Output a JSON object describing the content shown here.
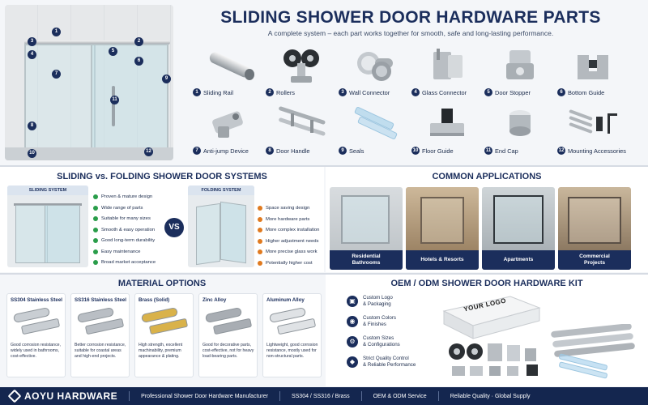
{
  "header": {
    "title": "SLIDING SHOWER DOOR HARDWARE PARTS",
    "subtitle": "A complete system – each part works together for smooth, safe and long-lasting performance."
  },
  "hero_markers": [
    "1",
    "2",
    "3",
    "4",
    "5",
    "6",
    "7",
    "8",
    "9",
    "10",
    "11",
    "12"
  ],
  "parts": [
    {
      "num": "1",
      "label": "Sliding Rail",
      "icon": "sliding-rail-icon"
    },
    {
      "num": "2",
      "label": "Rollers",
      "icon": "rollers-icon"
    },
    {
      "num": "3",
      "label": "Wall Connector",
      "icon": "wall-connector-icon"
    },
    {
      "num": "4",
      "label": "Glass Connector",
      "icon": "glass-connector-icon"
    },
    {
      "num": "5",
      "label": "Door Stopper",
      "icon": "door-stopper-icon"
    },
    {
      "num": "6",
      "label": "Bottom Guide",
      "icon": "bottom-guide-icon"
    },
    {
      "num": "7",
      "label": "Anti-jump Device",
      "icon": "anti-jump-icon"
    },
    {
      "num": "8",
      "label": "Door Handle",
      "icon": "door-handle-icon"
    },
    {
      "num": "9",
      "label": "Seals",
      "icon": "seals-icon"
    },
    {
      "num": "10",
      "label": "Floor Guide",
      "icon": "floor-guide-icon"
    },
    {
      "num": "11",
      "label": "End Cap",
      "icon": "end-cap-icon"
    },
    {
      "num": "12",
      "label": "Mounting Accessories",
      "icon": "mounting-accessories-icon"
    }
  ],
  "compare": {
    "title": "SLIDING vs. FOLDING SHOWER DOOR SYSTEMS",
    "sliding_label": "SLIDING SYSTEM",
    "folding_label": "FOLDING SYSTEM",
    "vs": "VS",
    "sliding_features": [
      "Proven & mature design",
      "Wide range of parts",
      "Suitable for many sizes",
      "Smooth & easy operation",
      "Good long-term durability",
      "Easy maintenance",
      "Broad market acceptance"
    ],
    "folding_features": [
      "Space saving design",
      "More hardware parts",
      "More complex installation",
      "Higher adjustment needs",
      "More precise glass work",
      "Potentially higher cost"
    ]
  },
  "applications": {
    "title": "COMMON APPLICATIONS",
    "items": [
      "Residential\nBathrooms",
      "Hotels & Resorts",
      "Apartments",
      "Commercial\nProjects"
    ]
  },
  "materials": {
    "title": "MATERIAL OPTIONS",
    "items": [
      {
        "name": "SS304 Stainless Steel",
        "desc": "Good corrosion resistance, widely used in bathrooms, cost-effective.",
        "color": "#c9ced3"
      },
      {
        "name": "SS316 Stainless Steel",
        "desc": "Better corrosion resistance, suitable for coastal areas and high-end projects.",
        "color": "#b9bec4"
      },
      {
        "name": "Brass (Solid)",
        "desc": "High strength, excellent machinability, premium appearance & plating.",
        "color": "#d9b24a"
      },
      {
        "name": "Zinc Alloy",
        "desc": "Good for decorative parts, cost-effective, not for heavy load-bearing parts.",
        "color": "#a8adb3"
      },
      {
        "name": "Aluminum Alloy",
        "desc": "Lightweight, good corrosion resistance, mostly used for non-structural parts.",
        "color": "#dfe2e5"
      }
    ]
  },
  "oem": {
    "title": "OEM / ODM SHOWER DOOR HARDWARE KIT",
    "box_text": "YOUR LOGO",
    "items": [
      {
        "text": "Custom Logo\n& Packaging",
        "icon": "package-icon"
      },
      {
        "text": "Custom Colors\n& Finishes",
        "icon": "palette-icon"
      },
      {
        "text": "Custom Sizes\n& Configurations",
        "icon": "gear-icon"
      },
      {
        "text": "Strict Quality Control\n& Reliable Performance",
        "icon": "shield-icon"
      }
    ]
  },
  "footer": {
    "brand": "AOYU HARDWARE",
    "items": [
      "Professional Shower Door Hardware Manufacturer",
      "SS304 / SS316 / Brass",
      "OEM & ODM Service",
      "Reliable Quality · Global Supply"
    ]
  },
  "colors": {
    "navy": "#1b2e5c",
    "footer": "#14264f",
    "check_green": "#2a9d4a",
    "check_orange": "#e07a1f"
  }
}
